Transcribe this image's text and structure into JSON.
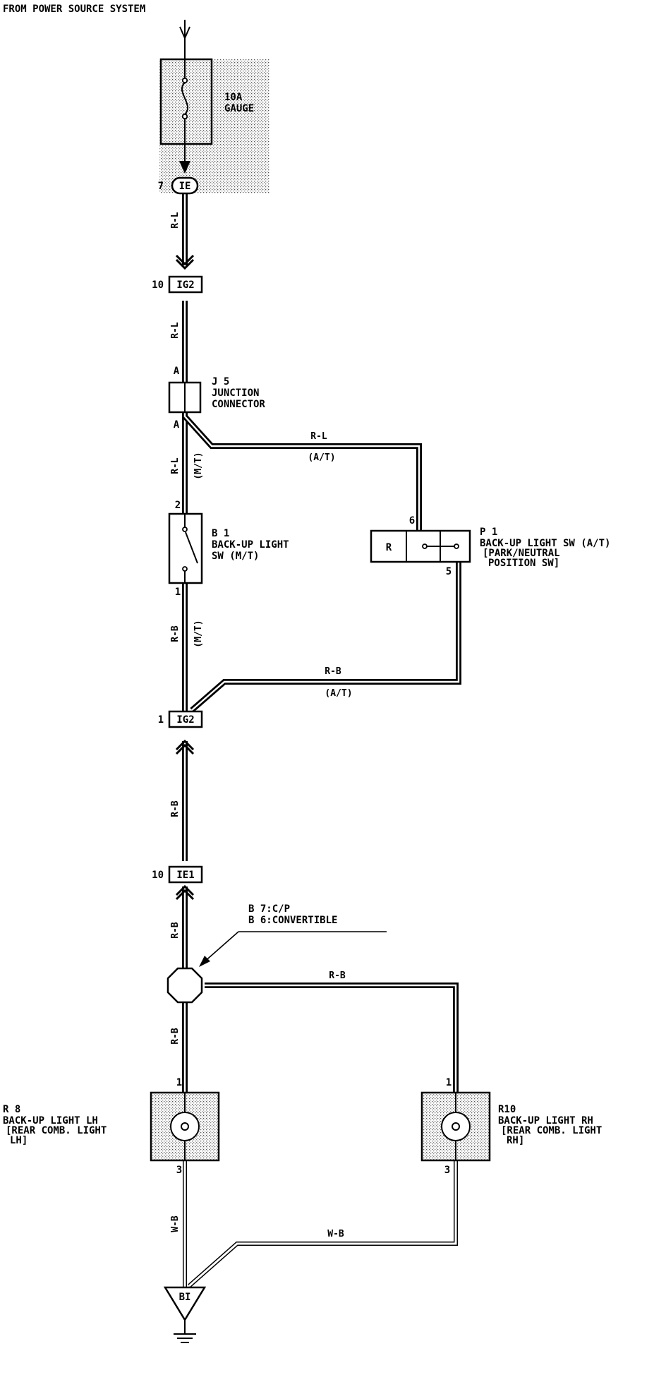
{
  "header": {
    "source": "FROM POWER SOURCE SYSTEM"
  },
  "fuse": {
    "rating": "10A",
    "name": "GAUGE"
  },
  "connectors": {
    "ie_top": {
      "code": "IE",
      "pin": "7"
    },
    "ig2_top": {
      "code": "IG2",
      "pin": "10"
    },
    "ig2_mid": {
      "code": "IG2",
      "pin": "1"
    },
    "ie1": {
      "code": "IE1",
      "pin": "10"
    },
    "bi": {
      "code": "BI"
    }
  },
  "junction": {
    "id": "J 5",
    "line1": "JUNCTION",
    "line2": "CONNECTOR",
    "pin_top": "A",
    "pin_bottom": "A"
  },
  "switch_mt": {
    "id": "B 1",
    "line1": "BACK-UP LIGHT",
    "line2": "SW (M/T)",
    "pin_top": "2",
    "pin_bottom": "1"
  },
  "switch_at": {
    "id": "P 1",
    "line1": "BACK-UP LIGHT SW (A/T)",
    "line2": "[PARK/NEUTRAL",
    "line3": "POSITION SW]",
    "pin_top": "6",
    "pin_bottom": "5",
    "cell_label": "R"
  },
  "lamp_lh": {
    "id": "R 8",
    "line1": "BACK-UP LIGHT LH",
    "line2": "[REAR COMB. LIGHT",
    "line3": "LH]",
    "pin_top": "1",
    "pin_bottom": "3"
  },
  "lamp_rh": {
    "id": "R10",
    "line1": "BACK-UP LIGHT RH",
    "line2": "[REAR COMB. LIGHT",
    "line3": "RH]",
    "pin_top": "1",
    "pin_bottom": "3"
  },
  "splice_note": {
    "line1": "B 7:C/P",
    "line2": "B 6:CONVERTIBLE"
  },
  "wires": {
    "rl_1": "R-L",
    "rl_2": "R-L",
    "rl_3": "R-L",
    "rl_h": "R-L",
    "at_1": "(A/T)",
    "mt_1": "(M/T)",
    "rb_1": "R-B",
    "mt_2": "(M/T)",
    "rb_h": "R-B",
    "at_2": "(A/T)",
    "rb_2": "R-B",
    "rb_3": "R-B",
    "rb_4": "R-B",
    "rb_h2": "R-B",
    "wb_1": "W-B",
    "wb_h": "W-B"
  }
}
